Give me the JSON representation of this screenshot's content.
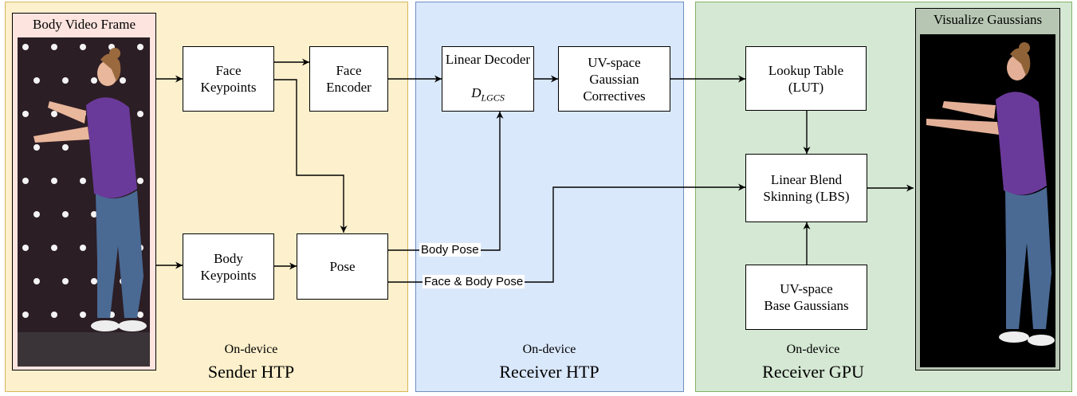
{
  "panels": {
    "sender": {
      "line1": "On-device",
      "line2": "Sender HTP"
    },
    "receiver_htp": {
      "line1": "On-device",
      "line2": "Receiver HTP"
    },
    "receiver_gpu": {
      "line1": "On-device",
      "line2": "Receiver GPU"
    }
  },
  "video_frame": {
    "title": "Body Video Frame"
  },
  "visualize": {
    "title": "Visualize Gaussians"
  },
  "nodes": {
    "face_keypoints": "Face\nKeypoints",
    "face_encoder": "Face\nEncoder",
    "body_keypoints": "Body\nKeypoints",
    "pose": "Pose",
    "linear_decoder_line1": "Linear Decoder",
    "linear_decoder_symbol": "D",
    "linear_decoder_sub": "LGCS",
    "uv_correctives": "UV-space\nGaussian\nCorrectives",
    "lut": "Lookup Table\n(LUT)",
    "lbs": "Linear Blend\nSkinning (LBS)",
    "uv_base": "UV-space\nBase Gaussians"
  },
  "edge_labels": {
    "body_pose": "Body Pose",
    "face_body_pose": "Face & Body Pose"
  },
  "colors": {
    "sender_fill": "#fdf0cc",
    "receiver_htp_fill": "#dae8fc",
    "receiver_gpu_fill": "#d5e8d4",
    "video_title_fill": "#fde4df",
    "gauss_title_fill": "#b7c6b3",
    "shirt": "#6a3a9a",
    "jeans": "#4a6a94"
  }
}
